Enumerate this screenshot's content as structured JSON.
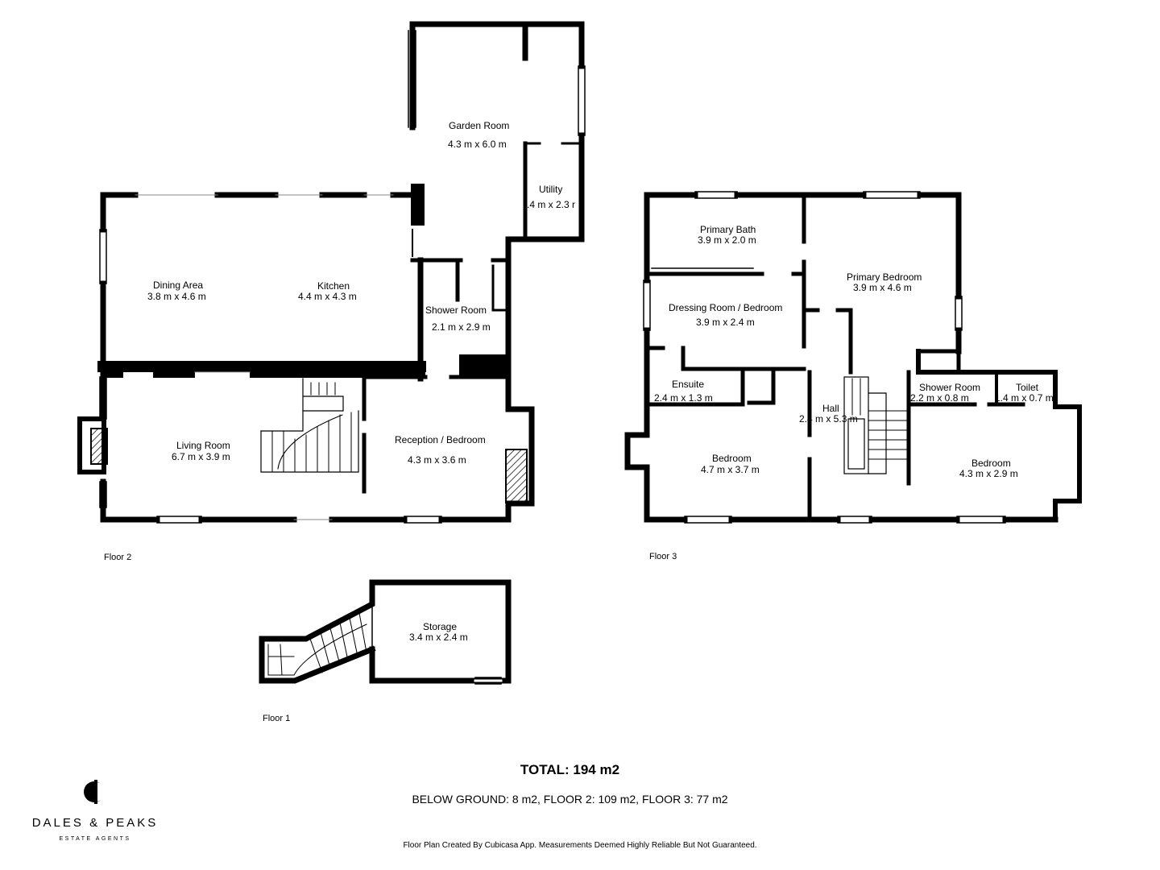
{
  "floors": [
    {
      "label": "Floor 2"
    },
    {
      "label": "Floor 3"
    },
    {
      "label": "Floor 1"
    }
  ],
  "rooms": {
    "garden_room": {
      "name": "Garden Room",
      "dims": "4.3 m x 6.0 m"
    },
    "utility": {
      "name": "Utility",
      "dims": ".4 m x 2.3 r"
    },
    "dining_area": {
      "name": "Dining Area",
      "dims": "3.8 m x 4.6 m"
    },
    "kitchen": {
      "name": "Kitchen",
      "dims": "4.4 m x 4.3 m"
    },
    "shower_room_f2": {
      "name": "Shower Room",
      "dims": "2.1 m x 2.9 m"
    },
    "living_room": {
      "name": "Living Room",
      "dims": "6.7 m x 3.9 m"
    },
    "reception_bedroom": {
      "name": "Reception / Bedroom",
      "dims": "4.3 m x 3.6 m"
    },
    "primary_bath": {
      "name": "Primary Bath",
      "dims": "3.9 m x 2.0 m"
    },
    "primary_bedroom": {
      "name": "Primary Bedroom",
      "dims": "3.9 m x 4.6 m"
    },
    "dressing_room": {
      "name": "Dressing Room / Bedroom",
      "dims": "3.9 m x 2.4 m"
    },
    "ensuite": {
      "name": "Ensuite",
      "dims": "2.4 m x 1.3 m"
    },
    "hall": {
      "name": "Hall",
      "dims": "2.4 m x 5.3 m"
    },
    "shower_room_f3": {
      "name": "Shower Room",
      "dims": "2.2 m x 0.8 m"
    },
    "toilet": {
      "name": "Toilet",
      "dims": "1.4 m x 0.7 m"
    },
    "bedroom_left": {
      "name": "Bedroom",
      "dims": "4.7 m x 3.7 m"
    },
    "bedroom_right": {
      "name": "Bedroom",
      "dims": "4.3 m x 2.9 m"
    },
    "storage": {
      "name": "Storage",
      "dims": "3.4 m x 2.4 m"
    }
  },
  "summary": {
    "total": "TOTAL: 194 m2",
    "breakdown": "BELOW GROUND: 8 m2, FLOOR 2: 109 m2, FLOOR 3: 77 m2",
    "disclaimer": "Floor Plan Created By Cubicasa App. Measurements Deemed Highly Reliable But Not Guaranteed."
  },
  "brand": {
    "name": "DALES & PEAKS",
    "tagline": "ESTATE AGENTS"
  },
  "colors": {
    "wall": "#000000",
    "background": "#ffffff",
    "window": "#ffffff"
  }
}
